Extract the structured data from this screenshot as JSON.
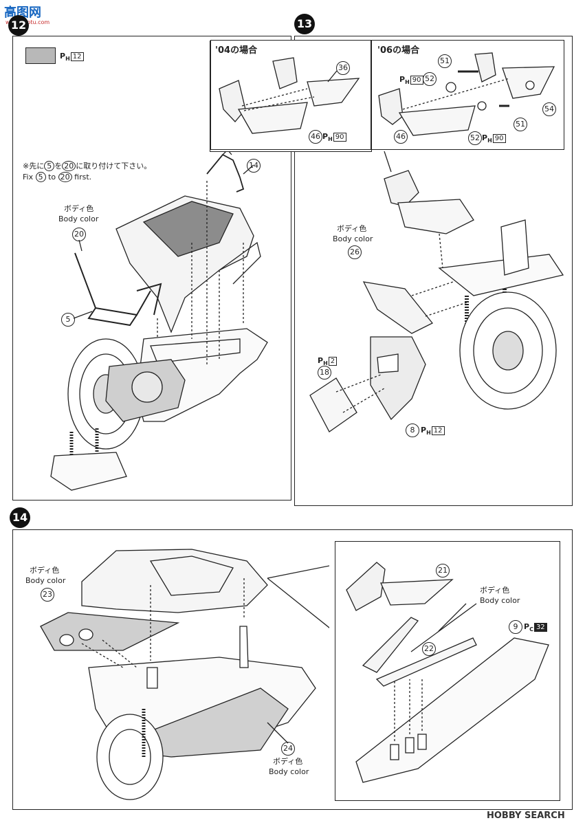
{
  "watermark_top": {
    "logo": "高图网",
    "url": "www.gaotu.com"
  },
  "steps": {
    "step12": "12",
    "step13": "13",
    "step14": "14"
  },
  "panel12": {
    "color_ref": {
      "letter": "P",
      "sub": "H",
      "box": "12"
    },
    "note_jp_parts": [
      "※先に",
      "5",
      "を",
      "20",
      "に取り付けて下さい。"
    ],
    "note_en_parts": [
      "Fix",
      "5",
      "to",
      "20",
      "first."
    ],
    "body_color_jp": "ボディ色",
    "body_color_en": "Body color",
    "parts": [
      "14",
      "20",
      "5"
    ]
  },
  "panel13": {
    "case04_title": "'04の場合",
    "case06_title": "'06の場合",
    "case04_parts": {
      "a": "36",
      "b": "46",
      "b_ref_box": "90"
    },
    "case06_parts": {
      "p51a": "51",
      "p52a": "52",
      "p52a_ref": "90",
      "p54": "54",
      "p51b": "51",
      "p46": "46",
      "p52b": "52",
      "p52b_ref": "90"
    },
    "body_color_jp": "ボディ色",
    "body_color_en": "Body color",
    "part26": "26",
    "part18": "18",
    "part18_ref": "2",
    "part8": "8",
    "part8_ref": "12",
    "ref_letter": "P",
    "ref_sub": "H"
  },
  "panel14": {
    "body_color_jp": "ボディ色",
    "body_color_en": "Body color",
    "part23": "23",
    "part24": "24",
    "part21": "21",
    "part22": "22",
    "part9": "9",
    "part9_ref_letter": "P",
    "part9_ref_sub": "C",
    "part9_ref_box": "32"
  },
  "watermark_bottom": "HOBBY SEARCH"
}
